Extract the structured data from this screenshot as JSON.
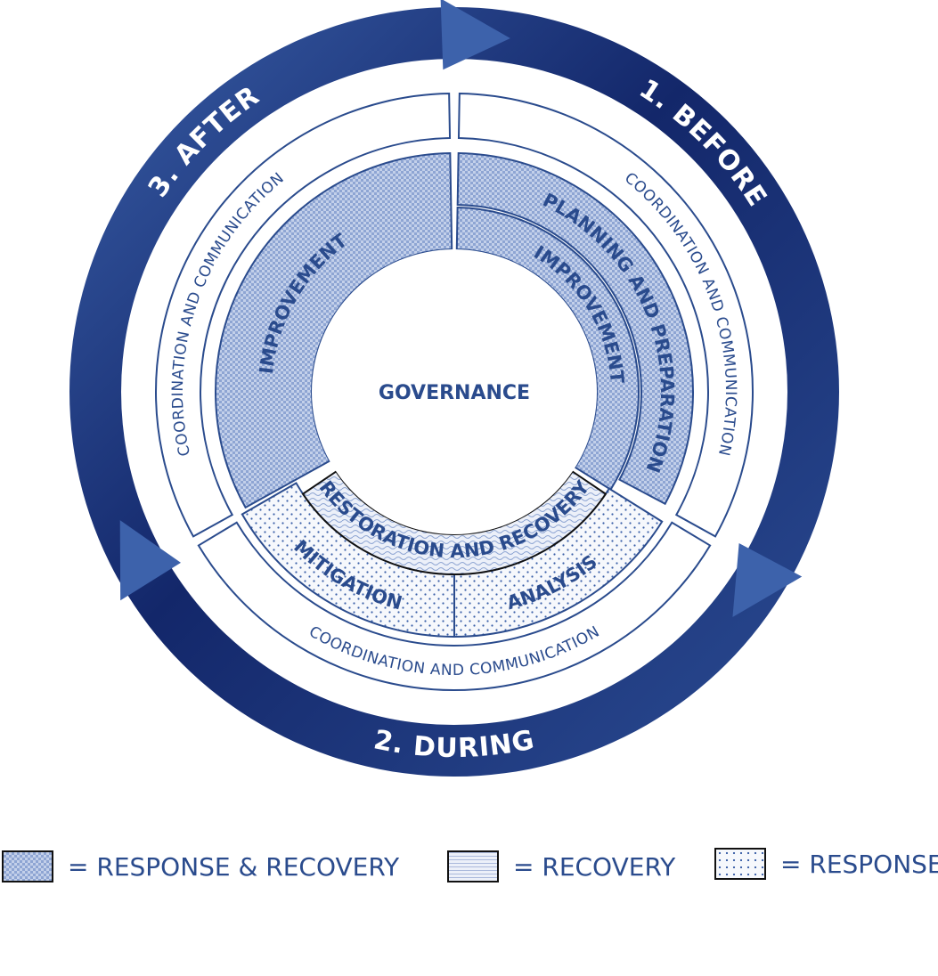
{
  "phases": {
    "before": "1. BEFORE",
    "during": "2. DURING",
    "after": "3. AFTER"
  },
  "coordination": {
    "label": "COORDINATION AND COMMUNICATION"
  },
  "segments": {
    "improvement_after": "IMPROVEMENT",
    "planning": "PLANNING AND PREPARATION",
    "improvement_before": "IMPROVEMENT",
    "restoration": "RESTORATION AND RECOVERY",
    "mitigation": "MITIGATION",
    "analysis": "ANALYSIS"
  },
  "center": {
    "label": "GOVERNANCE"
  },
  "legend": [
    {
      "label": "= RESPONSE & RECOVERY",
      "pattern": "response-recovery"
    },
    {
      "label": "= RECOVERY",
      "pattern": "recovery"
    },
    {
      "label": "= RESPONSE",
      "pattern": "response"
    }
  ],
  "colors": {
    "ring_dark": "#13276a",
    "ring_light": "#3a5fa8",
    "text": "#2a4b8d",
    "outline": "#2a4b8d"
  }
}
